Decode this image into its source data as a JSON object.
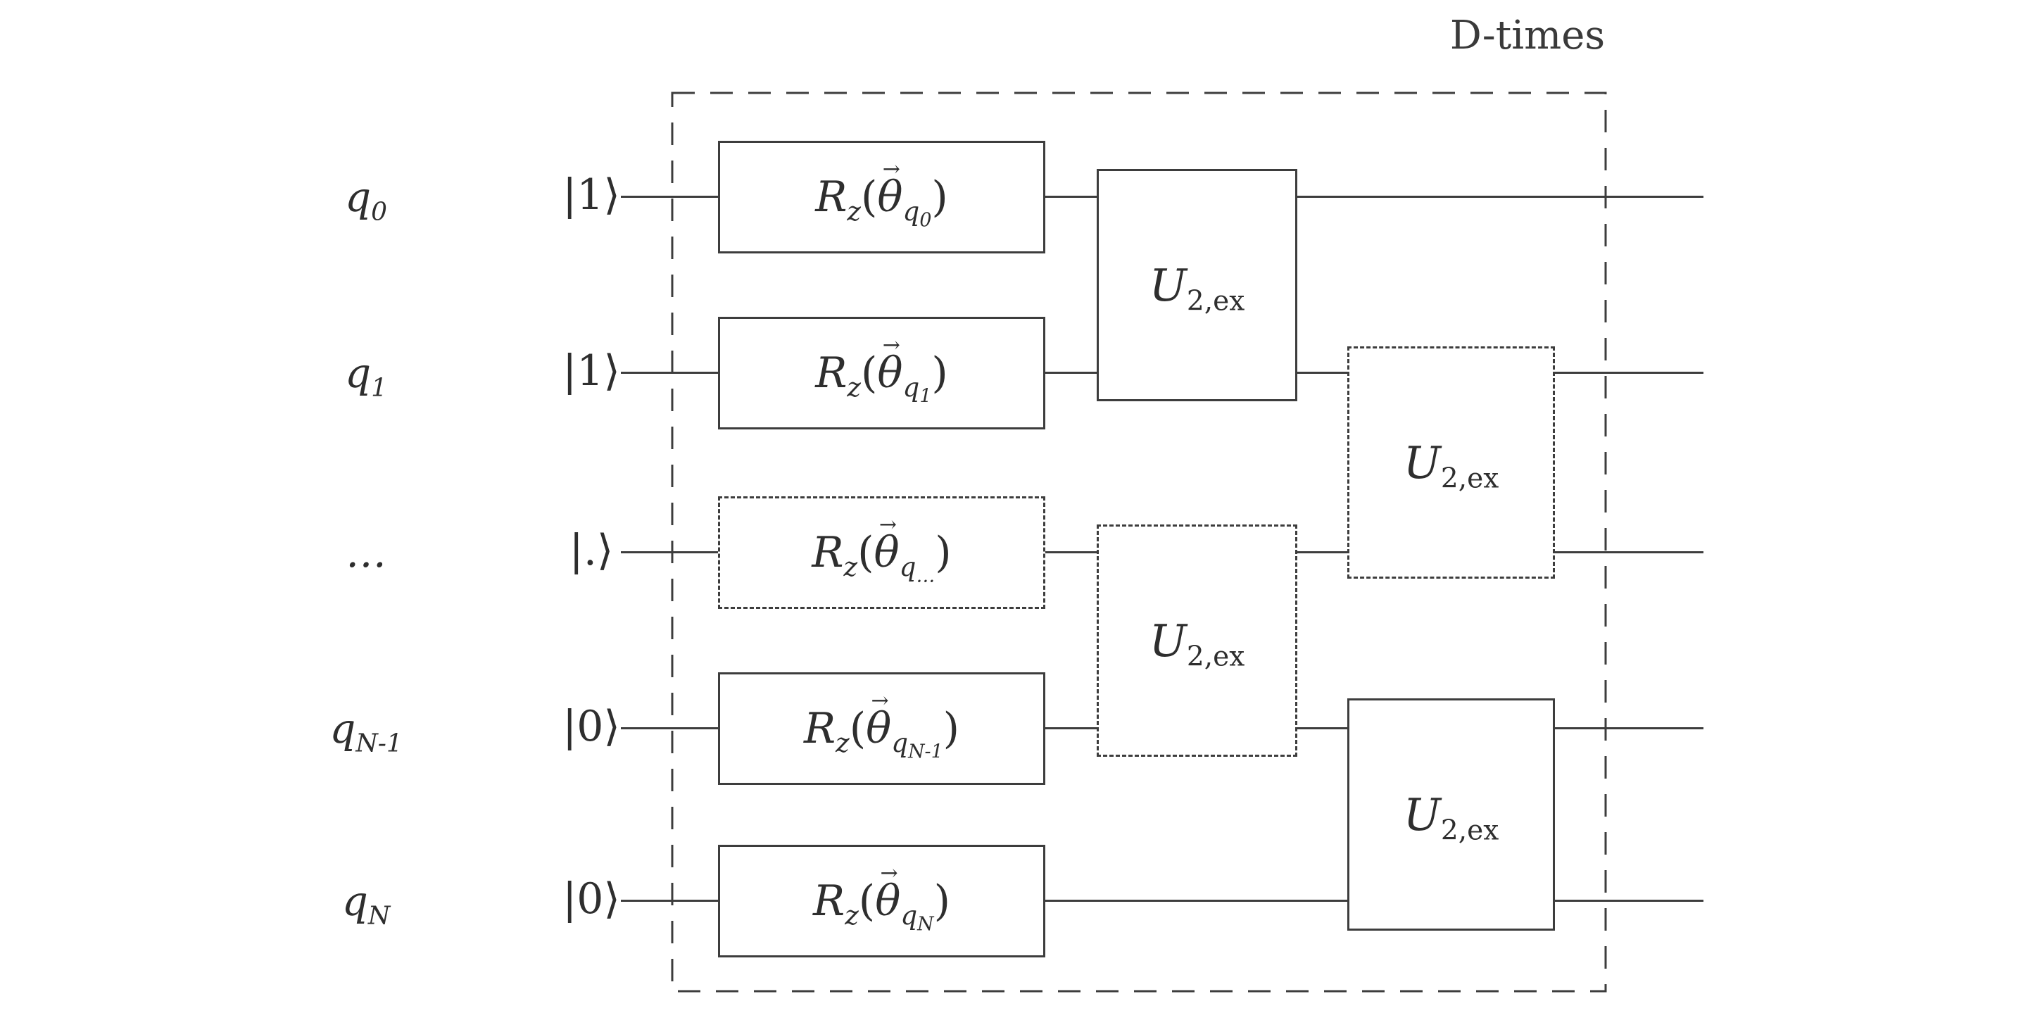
{
  "repeat_label": "D-times",
  "colors": {
    "line": "#3d3d3d",
    "background": "#ffffff"
  },
  "rows": [
    {
      "qubit_base": "q",
      "qubit_sub": "0",
      "ket": "|1⟩"
    },
    {
      "qubit_base": "q",
      "qubit_sub": "1",
      "ket": "|1⟩"
    },
    {
      "qubit_base": "…",
      "qubit_sub": "",
      "ket": "|.⟩"
    },
    {
      "qubit_base": "q",
      "qubit_sub": "N-1",
      "ket": "|0⟩"
    },
    {
      "qubit_base": "q",
      "qubit_sub": "N",
      "ket": "|0⟩"
    }
  ],
  "rz_gates": [
    {
      "R": "R",
      "R_sub": "z",
      "open": "(",
      "vec": "→",
      "theta": "θ",
      "arg_base": "q",
      "arg_sub": "0",
      "close": ")",
      "style": "solid"
    },
    {
      "R": "R",
      "R_sub": "z",
      "open": "(",
      "vec": "→",
      "theta": "θ",
      "arg_base": "q",
      "arg_sub": "1",
      "close": ")",
      "style": "solid"
    },
    {
      "R": "R",
      "R_sub": "z",
      "open": "(",
      "vec": "→",
      "theta": "θ",
      "arg_base": "q",
      "arg_sub": "…",
      "close": ")",
      "style": "dashed"
    },
    {
      "R": "R",
      "R_sub": "z",
      "open": "(",
      "vec": "→",
      "theta": "θ",
      "arg_base": "q",
      "arg_sub": "N-1",
      "close": ")",
      "style": "solid"
    },
    {
      "R": "R",
      "R_sub": "z",
      "open": "(",
      "vec": "→",
      "theta": "θ",
      "arg_base": "q",
      "arg_sub": "N",
      "close": ")",
      "style": "solid"
    }
  ],
  "u_gates": [
    {
      "base": "U",
      "sub": "2,ex",
      "style": "solid"
    },
    {
      "base": "U",
      "sub": "2,ex",
      "style": "dashed"
    },
    {
      "base": "U",
      "sub": "2,ex",
      "style": "dashed"
    },
    {
      "base": "U",
      "sub": "2,ex",
      "style": "solid"
    }
  ]
}
